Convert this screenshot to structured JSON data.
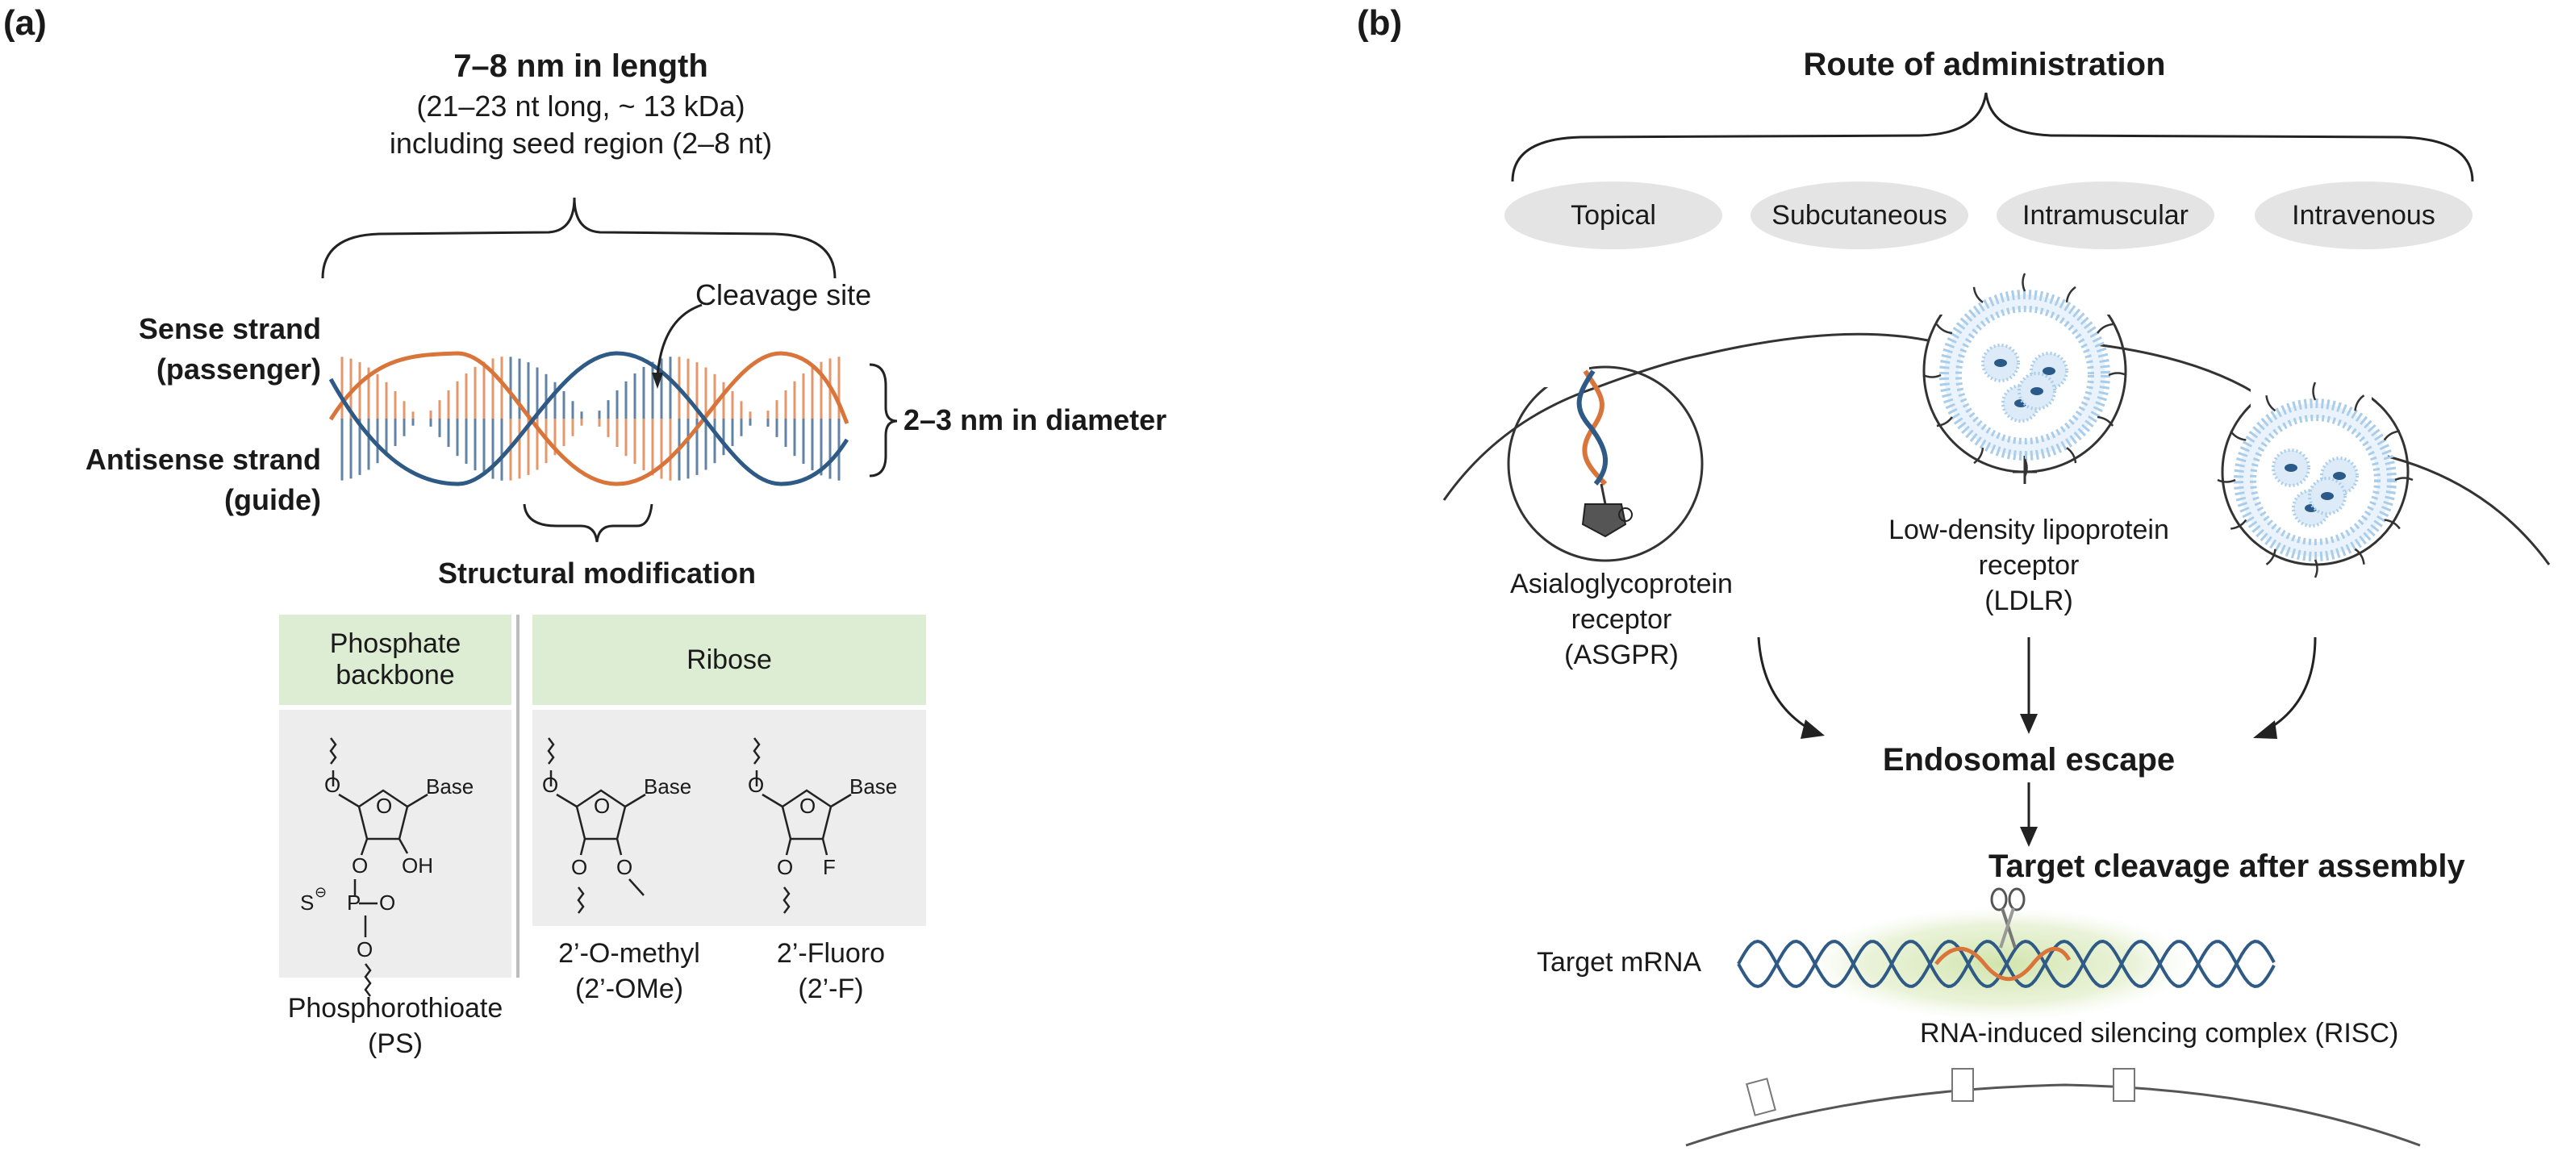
{
  "panel_a": {
    "label": "(a)",
    "length_title": "7–8 nm in length",
    "length_line2": "(21–23 nt long, ~ 13 kDa)",
    "length_line3": "including seed region (2–8 nt)",
    "sense_line1": "Sense strand",
    "sense_line2": "(passenger)",
    "antisense_line1": "Antisense strand",
    "antisense_line2": "(guide)",
    "cleavage_site": "Cleavage site",
    "diameter": "2–3 nm in diameter",
    "structural_modification": "Structural modification",
    "phosphate_header_line1": "Phosphate",
    "phosphate_header_line2": "backbone",
    "ribose_header": "Ribose",
    "ps_line1": "Phosphorothioate",
    "ps_line2": "(PS)",
    "ome_line1": "2’-O-methyl",
    "ome_line2": "(2’-OMe)",
    "f_line1": "2’-Fluoro",
    "f_line2": "(2’-F)",
    "chem": {
      "base": "Base",
      "o": "O",
      "oh": "OH",
      "s": "S",
      "p": "P",
      "f": "F",
      "neg": "⊖"
    }
  },
  "panel_b": {
    "label": "(b)",
    "route_title": "Route of administration",
    "routes": [
      "Topical",
      "Subcutaneous",
      "Intramuscular",
      "Intravenous"
    ],
    "asgpr_line1": "Asialoglycoprotein",
    "asgpr_line2": "receptor",
    "asgpr_line3": "(ASGPR)",
    "ldlr_line1": "Low-density lipoprotein",
    "ldlr_line2": "receptor",
    "ldlr_line3": "(LDLR)",
    "endosomal_escape": "Endosomal escape",
    "target_cleavage": "Target cleavage after assembly",
    "target_mrna": "Target mRNA",
    "risc": "RNA-induced silencing complex (RISC)"
  },
  "colors": {
    "sense_strand": "#d9743a",
    "antisense_strand": "#2e5a85",
    "lnp": "#a9cdea",
    "lnp_core": "#2c5a88",
    "risc_glow": "#cfe3a8",
    "header_green": "#dcedd3",
    "chem_bg": "#ededed"
  }
}
